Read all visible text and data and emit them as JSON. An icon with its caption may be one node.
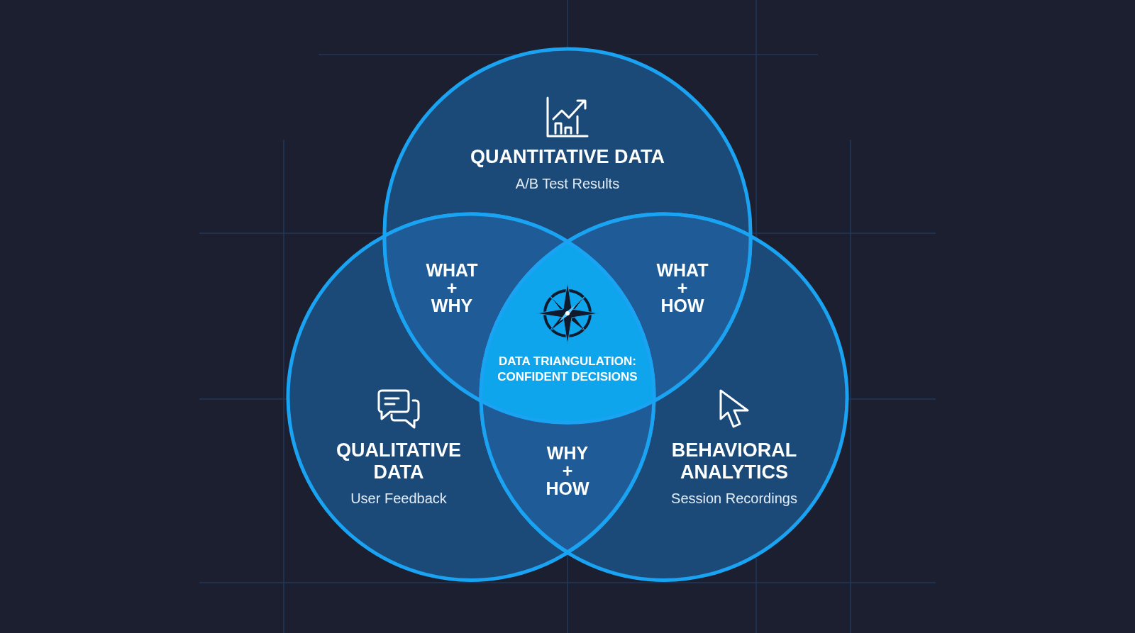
{
  "diagram": {
    "nodes": [
      {
        "text": [
          "QUANTITATIVE DATA",
          "A/B Test Results"
        ]
      },
      {
        "text": [
          "QUALITATIVE DATA",
          "User Feedback"
        ]
      },
      {
        "text": [
          "BEHAVIORAL ANALYTICS",
          "Session Recordings"
        ]
      },
      {
        "text": [
          "WHAT + WHY"
        ]
      },
      {
        "text": [
          "WHAT + HOW"
        ]
      },
      {
        "text": [
          "WHY + HOW"
        ]
      },
      {
        "text": [
          "DATA TRIANGULATION: CONFIDENT DECISIONS"
        ]
      }
    ]
  }
}
